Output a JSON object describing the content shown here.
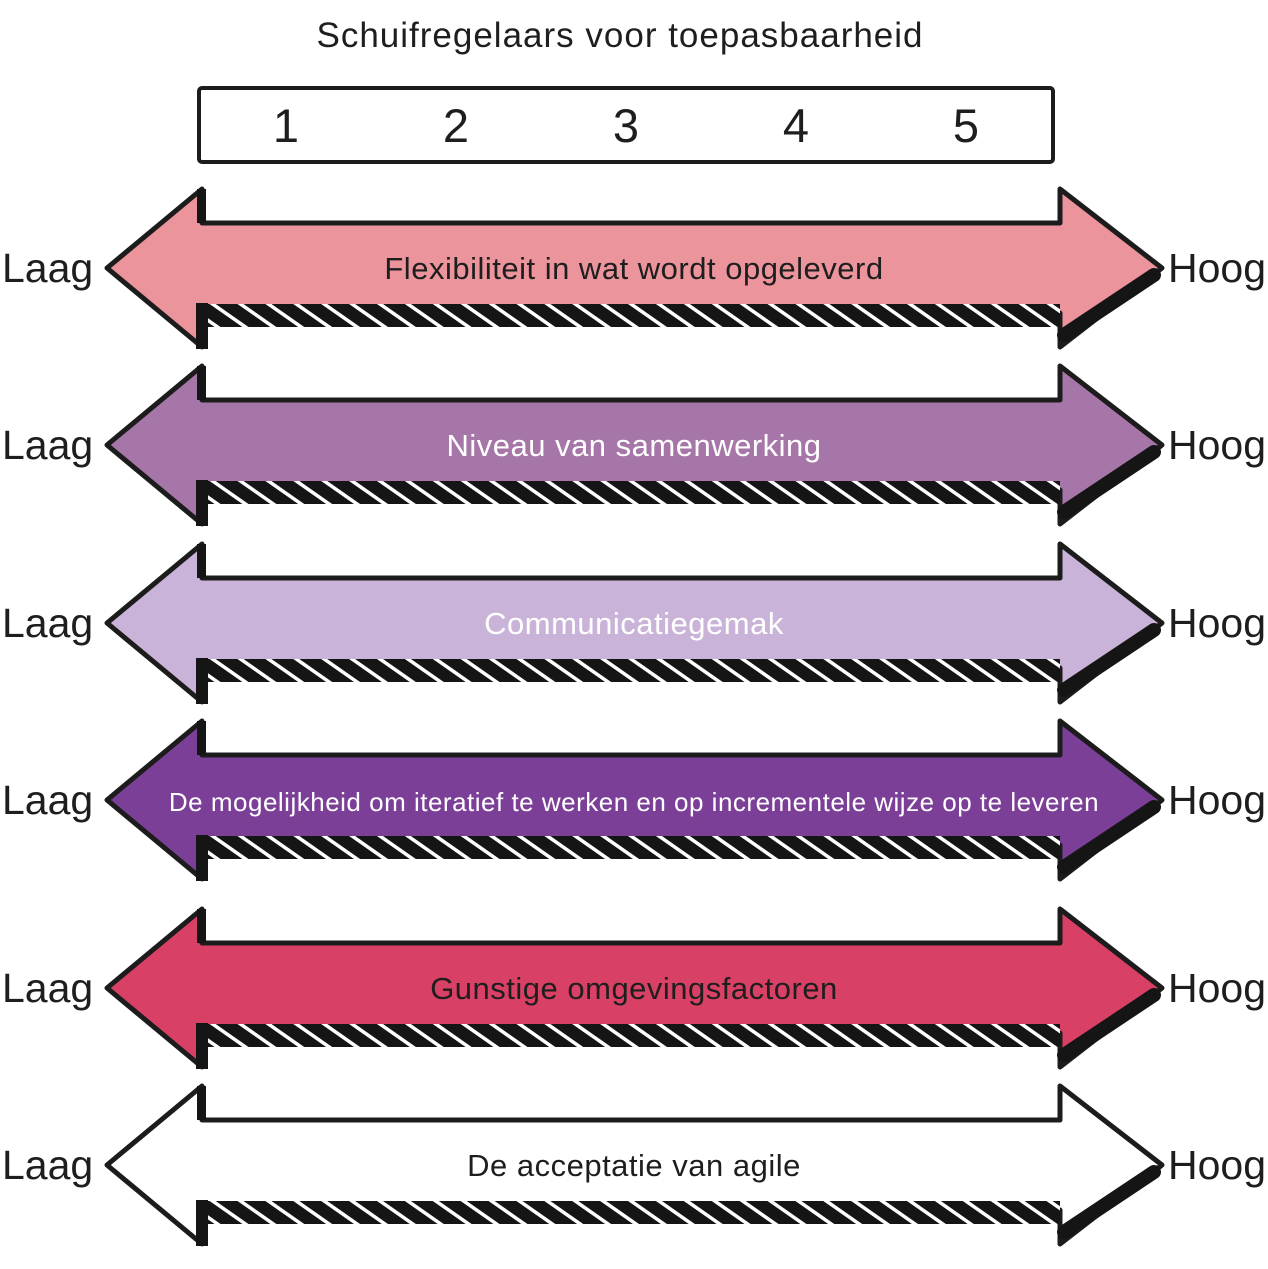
{
  "title": "Schuifregelaars voor toepasbaarheid",
  "scale": {
    "numbers": [
      "1",
      "2",
      "3",
      "4",
      "5"
    ]
  },
  "left_label": "Laag",
  "right_label": "Hoog",
  "colors": {
    "outline": "#1c1c1c",
    "shadow": "#151515"
  },
  "sliders": [
    {
      "label": "Flexibiliteit in wat wordt opgeleverd",
      "color": "#ec949c",
      "text_color": "#1e1e1e"
    },
    {
      "label": "Niveau van samenwerking",
      "color": "#a776a8",
      "text_color": "#ffffff"
    },
    {
      "label": "Communicatiegemak",
      "color": "#cab3d8",
      "text_color": "#ffffff"
    },
    {
      "label": "De mogelijkheid om iteratief te werken en op incrementele wijze op te leveren",
      "color": "#7c3f98",
      "text_color": "#ffffff"
    },
    {
      "label": "Gunstige omgevingsfactoren",
      "color": "#d94065",
      "text_color": "#1e1e1e"
    },
    {
      "label": "De acceptatie van agile",
      "color": "#ffffff",
      "text_color": "#1e1e1e"
    }
  ]
}
